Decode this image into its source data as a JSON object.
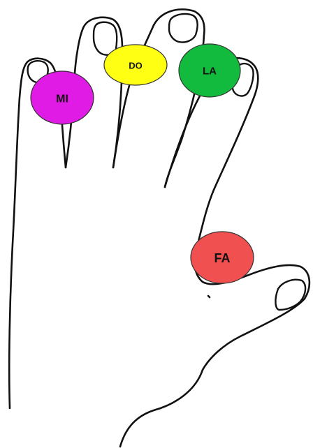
{
  "notes": [
    {
      "id": "mi",
      "label": "MI",
      "finger": "little-finger",
      "color": "#e11be6"
    },
    {
      "id": "do",
      "label": "DO",
      "finger": "ring-finger",
      "color": "#ffff13"
    },
    {
      "id": "la",
      "label": "LA",
      "finger": "middle-finger",
      "color": "#12bb3d"
    },
    {
      "id": "fa",
      "label": "FA",
      "finger": "thumb",
      "color": "#f0504f"
    }
  ]
}
